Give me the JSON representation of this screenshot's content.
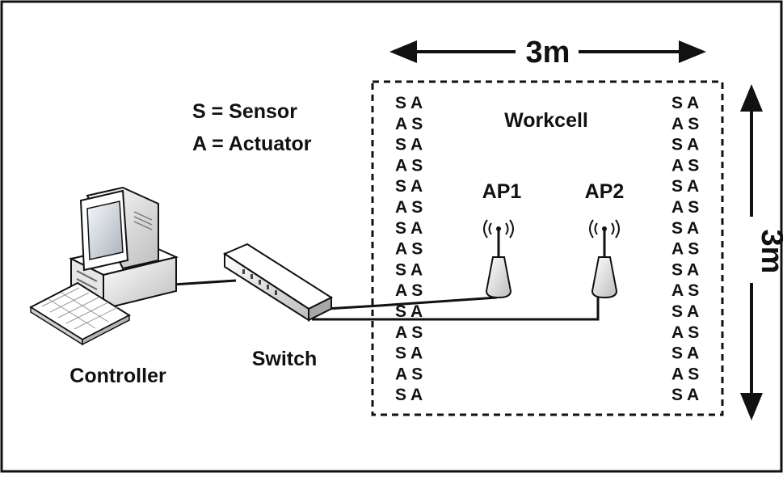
{
  "dimensions": {
    "width_label": "3m",
    "height_label": "3m"
  },
  "legend": {
    "sensor": "S = Sensor",
    "actuator": "A = Actuator"
  },
  "workcell": {
    "title": "Workcell"
  },
  "access_points": [
    {
      "id": "ap1",
      "label": "AP1"
    },
    {
      "id": "ap2",
      "label": "AP2"
    }
  ],
  "devices": {
    "controller_label": "Controller",
    "switch_label": "Switch"
  },
  "sa_columns": {
    "left": [
      "S A",
      "A S",
      "S A",
      "A S",
      "S A",
      "A S",
      "S A",
      "A S",
      "S A",
      "A S",
      "S A",
      "A S",
      "S A",
      "A S",
      "S A"
    ],
    "right": [
      "S A",
      "A S",
      "S A",
      "A S",
      "S A",
      "A S",
      "S A",
      "A S",
      "S A",
      "A S",
      "S A",
      "A S",
      "S A",
      "A S",
      "S A"
    ]
  },
  "colors": {
    "line": "#111111",
    "screen": "#d8dde3",
    "device_body": "#f2f2f2"
  }
}
